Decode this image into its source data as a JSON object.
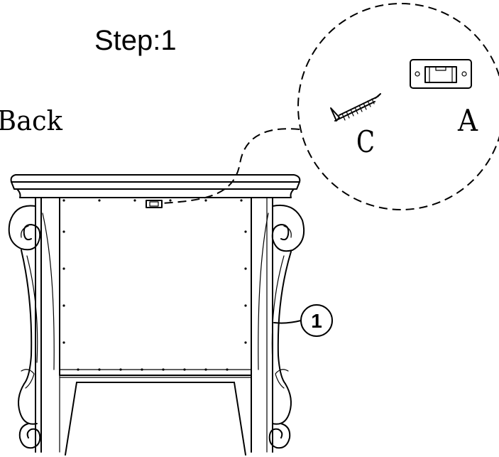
{
  "step_title": "Step:1",
  "view_label": "Back",
  "parts": {
    "bracket_label": "A",
    "screw_label": "C"
  },
  "callouts": [
    {
      "number": "1"
    }
  ],
  "colors": {
    "line": "#000000",
    "background": "#ffffff"
  }
}
